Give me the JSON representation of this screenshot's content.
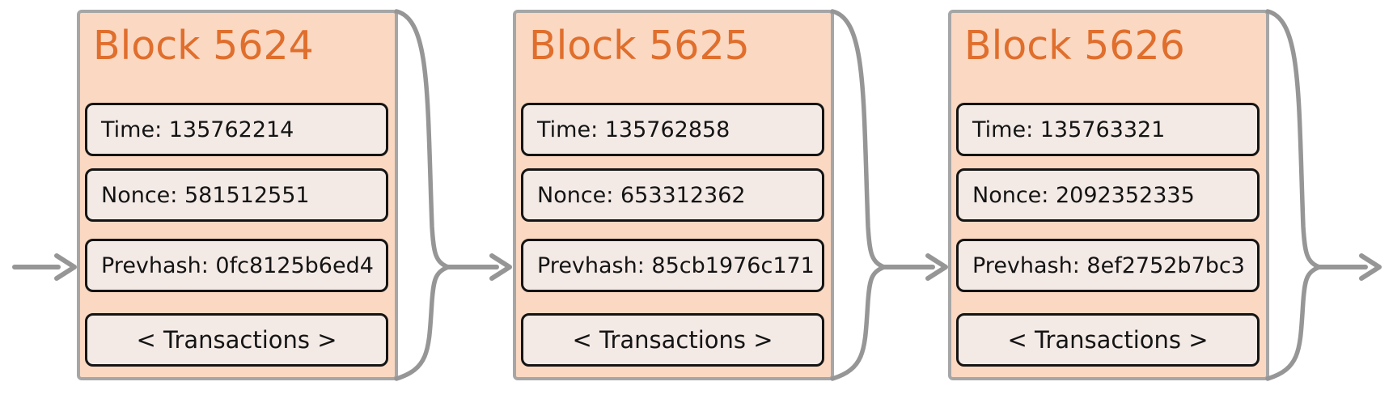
{
  "diagram": {
    "type": "blockchain-blocks",
    "colors": {
      "background": "#ffffff",
      "block_fill": "#fad8c2",
      "block_border": "#a6a6a6",
      "title_orange": "#e06e2c",
      "field_fill": "#f3eae6",
      "field_border": "#141414",
      "connector_gray": "#969696"
    },
    "blocks": [
      {
        "title": "Block 5624",
        "fields": {
          "time": "Time: 135762214",
          "nonce": "Nonce: 581512551",
          "prevhash": "Prevhash: 0fc8125b6ed4",
          "transactions": "< Transactions >"
        }
      },
      {
        "title": "Block 5625",
        "fields": {
          "time": "Time: 135762858",
          "nonce": "Nonce: 653312362",
          "prevhash": "Prevhash: 85cb1976c171",
          "transactions": "< Transactions >"
        }
      },
      {
        "title": "Block 5626",
        "fields": {
          "time": "Time: 135763321",
          "nonce": "Nonce: 2092352335",
          "prevhash": "Prevhash: 8ef2752b7bc3",
          "transactions": "< Transactions >"
        }
      }
    ],
    "connectors": {
      "incoming_arrow": "hash-from-previous-block",
      "outgoing_arrow": "hash-to-next-block"
    }
  }
}
